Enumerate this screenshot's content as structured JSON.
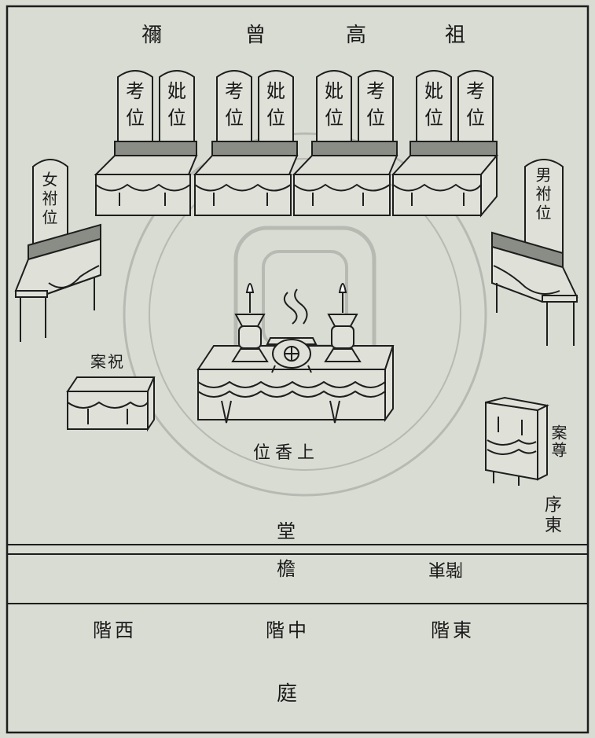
{
  "title_row": {
    "t1": "禰",
    "t2": "曾",
    "t3": "高",
    "t4": "祖"
  },
  "tablets": [
    {
      "top": "考",
      "bottom": "位"
    },
    {
      "top": "妣",
      "bottom": "位"
    },
    {
      "top": "考",
      "bottom": "位"
    },
    {
      "top": "妣",
      "bottom": "位"
    },
    {
      "top": "妣",
      "bottom": "位"
    },
    {
      "top": "考",
      "bottom": "位"
    },
    {
      "top": "妣",
      "bottom": "位"
    },
    {
      "top": "考",
      "bottom": "位"
    }
  ],
  "female_tablet": "女祔位",
  "male_tablet": "男祔位",
  "prayer_table": "案祝",
  "incense_table": "位香上",
  "wine_table": "案尊",
  "east_wing": "序東",
  "hall": "堂",
  "eave": "檐",
  "east_eave": "階東",
  "west_steps": "階西",
  "middle_steps": "階中",
  "east_steps": "階東",
  "courtyard": "庭",
  "colors": {
    "ink": "#1e1e1e",
    "paper": "#d9dcd3",
    "seal": "#b9bcb4"
  }
}
